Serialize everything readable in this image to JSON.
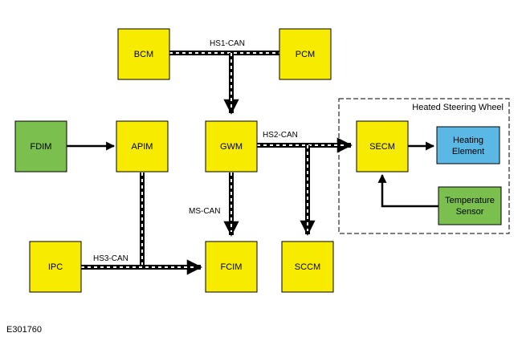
{
  "colors": {
    "module_yellow": "#f7ec00",
    "module_green": "#7bc04f",
    "module_blue": "#5bb8e4",
    "line": "#000000"
  },
  "group": {
    "label": "Heated Steering Wheel"
  },
  "modules": {
    "bcm": "BCM",
    "pcm": "PCM",
    "fdim": "FDIM",
    "apim": "APIM",
    "gwm": "GWM",
    "secm": "SECM",
    "heating_element": [
      "Heating",
      "Element"
    ],
    "temperature_sensor": [
      "Temperature",
      "Sensor"
    ],
    "ipc": "IPC",
    "fcim": "FCIM",
    "sccm": "SCCM"
  },
  "buses": {
    "hs1": "HS1-CAN",
    "hs2": "HS2-CAN",
    "hs3": "HS3-CAN",
    "ms": "MS-CAN"
  },
  "figure_id": "E301760"
}
